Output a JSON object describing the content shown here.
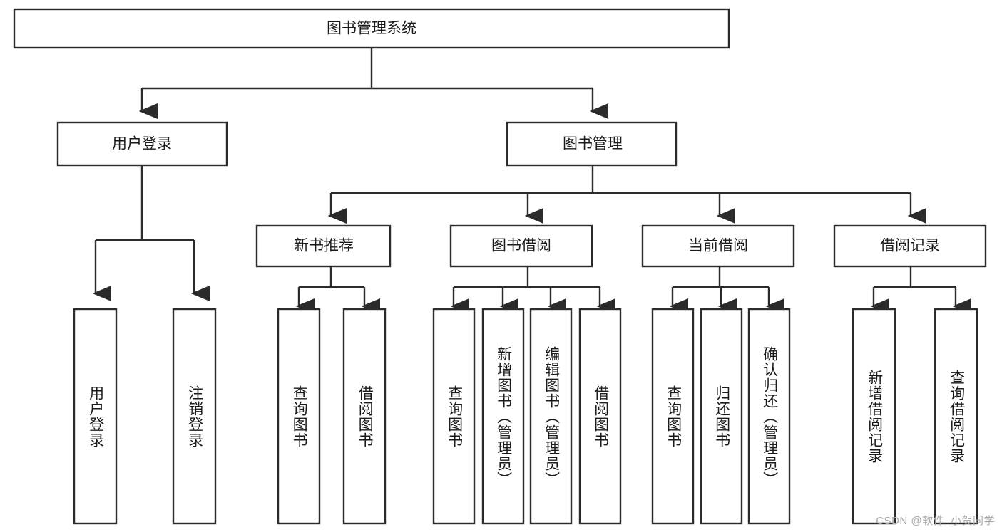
{
  "diagram": {
    "title": "图书管理系统",
    "watermark": "CSDN @软件_小贺同学",
    "colors": {
      "background": "#ffffff",
      "stroke": "#2b2b2b",
      "text": "#1b1b1b",
      "watermark": "#a9a9a9"
    },
    "root": {
      "label": "图书管理系统"
    },
    "level2": [
      {
        "label": "用户登录"
      },
      {
        "label": "图书管理"
      }
    ],
    "level3": [
      {
        "label": "新书推荐"
      },
      {
        "label": "图书借阅"
      },
      {
        "label": "当前借阅"
      },
      {
        "label": "借阅记录"
      }
    ],
    "leaves": {
      "user_login": [
        {
          "label": "用户登录"
        },
        {
          "label": "注销登录"
        }
      ],
      "new_book": [
        {
          "label": "查询图书"
        },
        {
          "label": "借阅图书"
        }
      ],
      "book_borrow": [
        {
          "label": "查询图书"
        },
        {
          "label": "新增图书（管理员）"
        },
        {
          "label": "编辑图书（管理员）"
        },
        {
          "label": "借阅图书"
        }
      ],
      "current_borrow": [
        {
          "label": "查询图书"
        },
        {
          "label": "归还图书"
        },
        {
          "label": "确认归还（管理员）"
        }
      ],
      "borrow_record": [
        {
          "label": "新增借阅记录"
        },
        {
          "label": "查询借阅记录"
        }
      ]
    }
  }
}
